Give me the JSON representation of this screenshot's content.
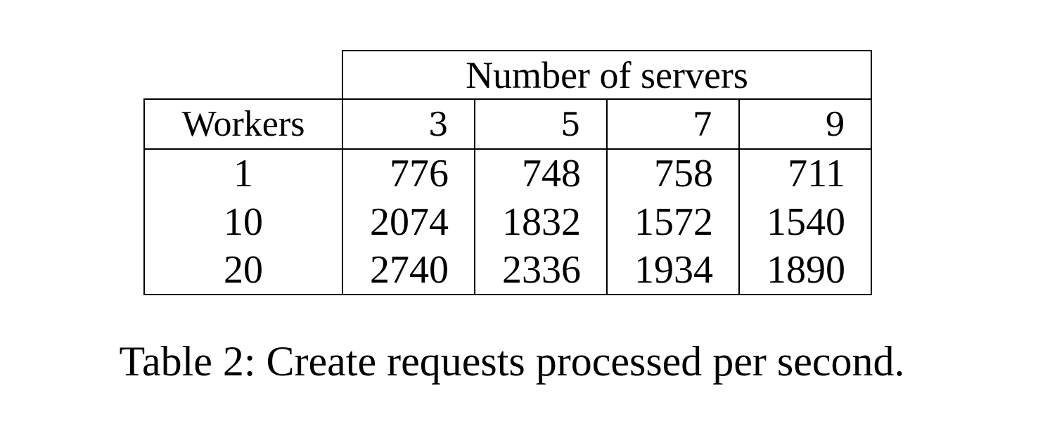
{
  "table": {
    "group_header": "Number of servers",
    "row_header": "Workers",
    "columns": [
      "3",
      "5",
      "7",
      "9"
    ],
    "rows": [
      {
        "workers": "1",
        "values": [
          "776",
          "748",
          "758",
          "711"
        ]
      },
      {
        "workers": "10",
        "values": [
          "2074",
          "1832",
          "1572",
          "1540"
        ]
      },
      {
        "workers": "20",
        "values": [
          "2740",
          "2336",
          "1934",
          "1890"
        ]
      }
    ]
  },
  "caption": {
    "label": "Table 2:",
    "text": "Create requests processed per second."
  }
}
